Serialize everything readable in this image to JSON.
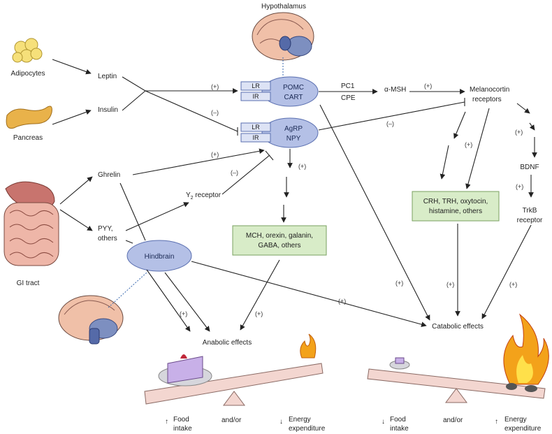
{
  "labels": {
    "hypothalamus": "Hypothalamus",
    "adipocytes": "Adipocytes",
    "pancreas": "Pancreas",
    "gi_tract": "GI tract",
    "leptin": "Leptin",
    "insulin": "Insulin",
    "ghrelin": "Ghrelin",
    "pyy_1": "PYY,",
    "pyy_2": "others",
    "y2_receptor": "Y",
    "y2_sub": "2",
    "y2_rest": " receptor",
    "hindbrain": "Hindbrain",
    "lr": "LR",
    "ir": "IR",
    "pomc": "POMC",
    "cart": "CART",
    "agrp": "AgRP",
    "npy": "NPY",
    "pc1": "PC1",
    "cpe": "CPE",
    "amsh": "α-MSH",
    "mc_1": "Melanocortin",
    "mc_2": "receptors",
    "bdnf": "BDNF",
    "trkb_1": "TrkB",
    "trkb_2": "receptor",
    "crh_1": "CRH, TRH, oxytocin,",
    "crh_2": "histamine, others",
    "mch_1": "MCH, orexin, galanin,",
    "mch_2": "GABA, others",
    "anabolic": "Anabolic effects",
    "catabolic": "Catabolic effects",
    "food": "Food",
    "intake": "intake",
    "andor": "and/or",
    "energy": "Energy",
    "expenditure": "expenditure",
    "up_arrow": "↑",
    "down_arrow": "↓"
  },
  "signs": {
    "plus": "(+)",
    "minus": "(–)"
  },
  "colors": {
    "receptor_node": "#b4c0e6",
    "receptor_stroke": "#5a6fb0",
    "box_fill": "#d8ecc8",
    "box_stroke": "#7aa060",
    "seesaw": "#f3d6d0"
  }
}
